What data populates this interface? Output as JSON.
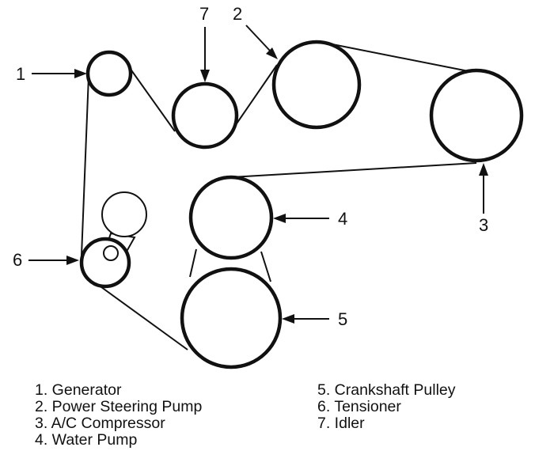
{
  "diagram": {
    "callouts": [
      "1",
      "2",
      "3",
      "4",
      "5",
      "6",
      "7"
    ],
    "legend_left": [
      "1. Generator",
      "2. Power Steering Pump",
      "3. A/C Compressor",
      "4. Water Pump"
    ],
    "legend_right": [
      "5. Crankshaft Pulley",
      "6. Tensioner",
      "7. Idler"
    ]
  }
}
